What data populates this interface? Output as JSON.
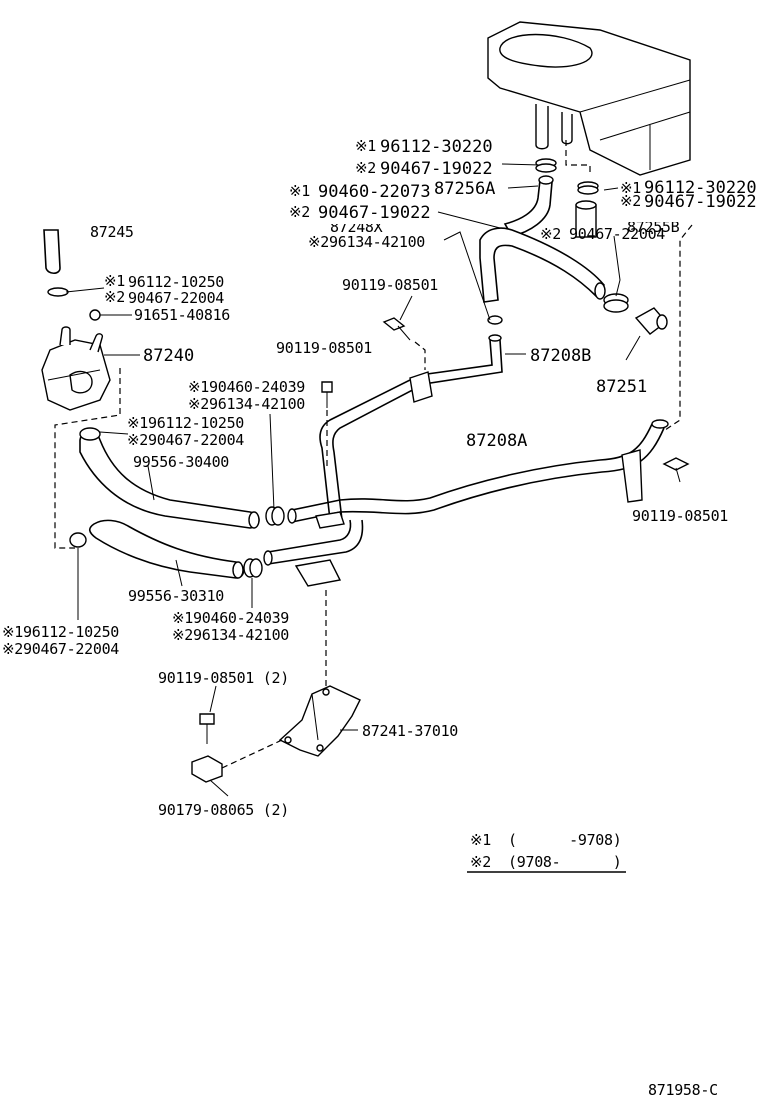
{
  "labels": {
    "p_96112_30220_top_mark": "※1",
    "p_96112_30220_top": "96112-30220",
    "p_90467_19022_top_mark": "※2",
    "p_90467_19022_top": "90467-19022",
    "p_90460_22073_mark": "※1",
    "p_90460_22073": "90460-22073",
    "p_87256A": "87256A",
    "p_90467_19022_mid_mark": "※2",
    "p_90467_19022_mid": "90467-19022",
    "p_87248X_partial": "87248X",
    "p_96134_42100_top": "※296134-42100",
    "p_96112_30220_right_mark": "※1",
    "p_96112_30220_right": "96112-30220",
    "p_90467_19022_right_mark": "※2",
    "p_90467_19022_right": "90467-19022",
    "p_87255B_partial": "87255B",
    "p_90467_22004_right_mark": "※2",
    "p_90467_22004_right": "90467-22004",
    "p_87245_partial": "87245",
    "p_96112_10250_a_mark": "※1",
    "p_96112_10250_a": "96112-10250",
    "p_90467_22004_a_mark": "※2",
    "p_90467_22004_a": "90467-22004",
    "p_91651_40816": "91651-40816",
    "p_87240": "87240",
    "p_90119_08501_top": "90119-08501",
    "p_90119_08501_mid": "90119-08501",
    "p_87208B": "87208B",
    "p_87251": "87251",
    "p_90460_24039_top": "※190460-24039",
    "p_96134_42100_mid": "※296134-42100",
    "p_96112_10250_b": "※196112-10250",
    "p_90467_22004_b": "※290467-22004",
    "p_87208A": "87208A",
    "p_99556_30400": "99556-30400",
    "p_90119_08501_right": "90119-08501",
    "p_99556_30310": "99556-30310",
    "p_90460_24039_bot": "※190460-24039",
    "p_96134_42100_bot": "※296134-42100",
    "p_96112_10250_c": "※196112-10250",
    "p_90467_22004_c": "※290467-22004",
    "p_90119_08501_bolt": "90119-08501 (2)",
    "p_87241_37010": "87241-37010",
    "p_90179_08065": "90179-08065 (2)"
  },
  "legend": {
    "row1_mark": "※1",
    "row1_range": "(      -9708)",
    "row2_mark": "※2",
    "row2_range": "(9708-      )"
  },
  "footer": {
    "diagram_code": "871958-C"
  }
}
